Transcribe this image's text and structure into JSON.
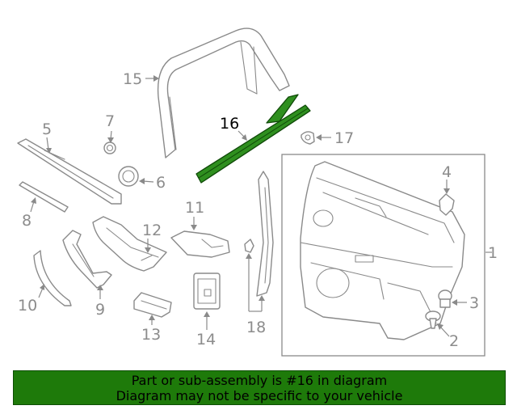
{
  "diagram": {
    "labels": [
      "1",
      "2",
      "3",
      "4",
      "5",
      "6",
      "7",
      "8",
      "9",
      "10",
      "11",
      "12",
      "13",
      "14",
      "15",
      "16",
      "17",
      "18"
    ],
    "highlighted_part": "16"
  },
  "banner": {
    "line1": "Part or sub-assembly is #16 in diagram",
    "line2": "Diagram may not be specific to your vehicle"
  },
  "colors": {
    "highlight": "#2f8f1f",
    "banner_bg": "#1e7a0a",
    "line_gray": "#8a8a8a"
  }
}
